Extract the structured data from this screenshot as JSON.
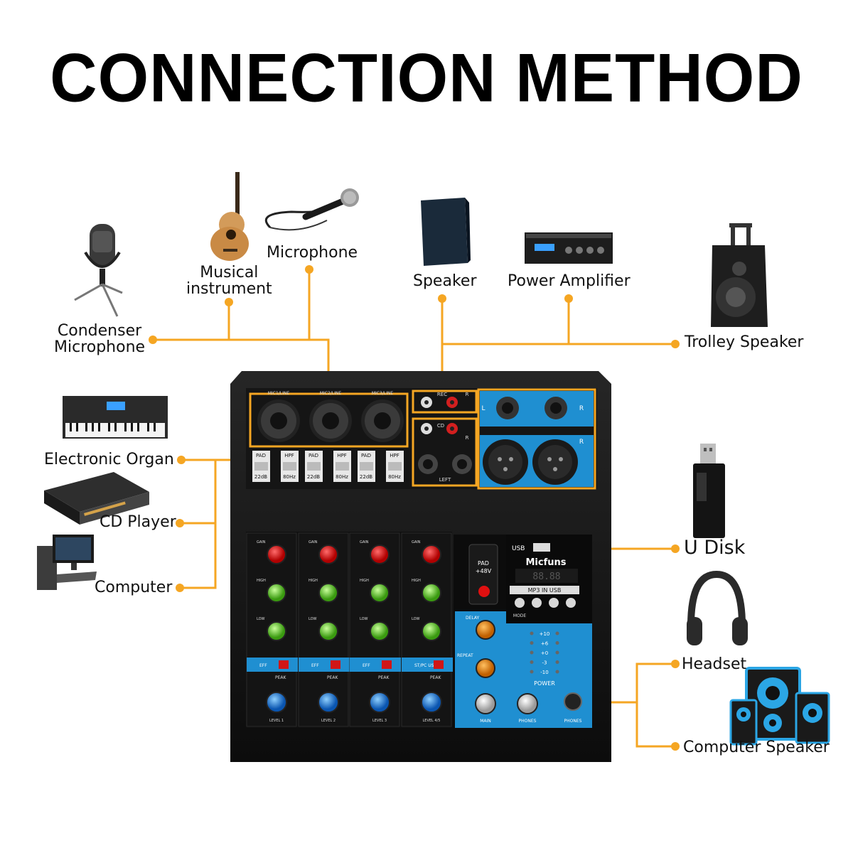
{
  "title": "CONNECTION METHOD",
  "colors": {
    "line": "#f5a623",
    "mixer": "#121212",
    "panel_blue": "#1f8fd1"
  },
  "devices": {
    "condenser_microphone": "Condenser\nMicrophone",
    "musical_instrument": "Musical\ninstrument",
    "microphone": "Microphone",
    "speaker": "Speaker",
    "power_amplifier": "Power Amplifier",
    "trolley_speaker": "Trolley Speaker",
    "electronic_organ": "Electronic Organ",
    "cd_player": "CD Player",
    "computer": "Computer",
    "u_disk": "U Disk",
    "headset": "Headset",
    "computer_speaker": "Computer Speaker"
  },
  "mixer": {
    "brand": "Micfuns",
    "input_label": "MIC1/LINE",
    "rec": "REC",
    "cd": "CD",
    "left": "LEFT",
    "l": "L",
    "r": "R",
    "pad": "PAD",
    "pad_value": "22dB",
    "hpf": "HPF",
    "hpf_value": "80Hz",
    "gain": "GAIN",
    "high": "HIGH",
    "low": "LOW",
    "eff": "EFF",
    "peak": "PEAK",
    "st_usb": "ST/PC USB",
    "phantom": "PAD +48V",
    "usb": "USB",
    "display": "88.88",
    "mode_strip": "MP3 IN USB",
    "mode": "MODE",
    "delay": "DELAY",
    "repeat": "REPEAT",
    "power": "POWER",
    "main": "MAIN",
    "phones": "PHONES",
    "meter": [
      "+10",
      "+6",
      "+0",
      "-3",
      "-10"
    ],
    "levels": [
      "LEVEL 1",
      "LEVEL 2",
      "LEVEL 3",
      "LEVEL 4/5"
    ]
  }
}
